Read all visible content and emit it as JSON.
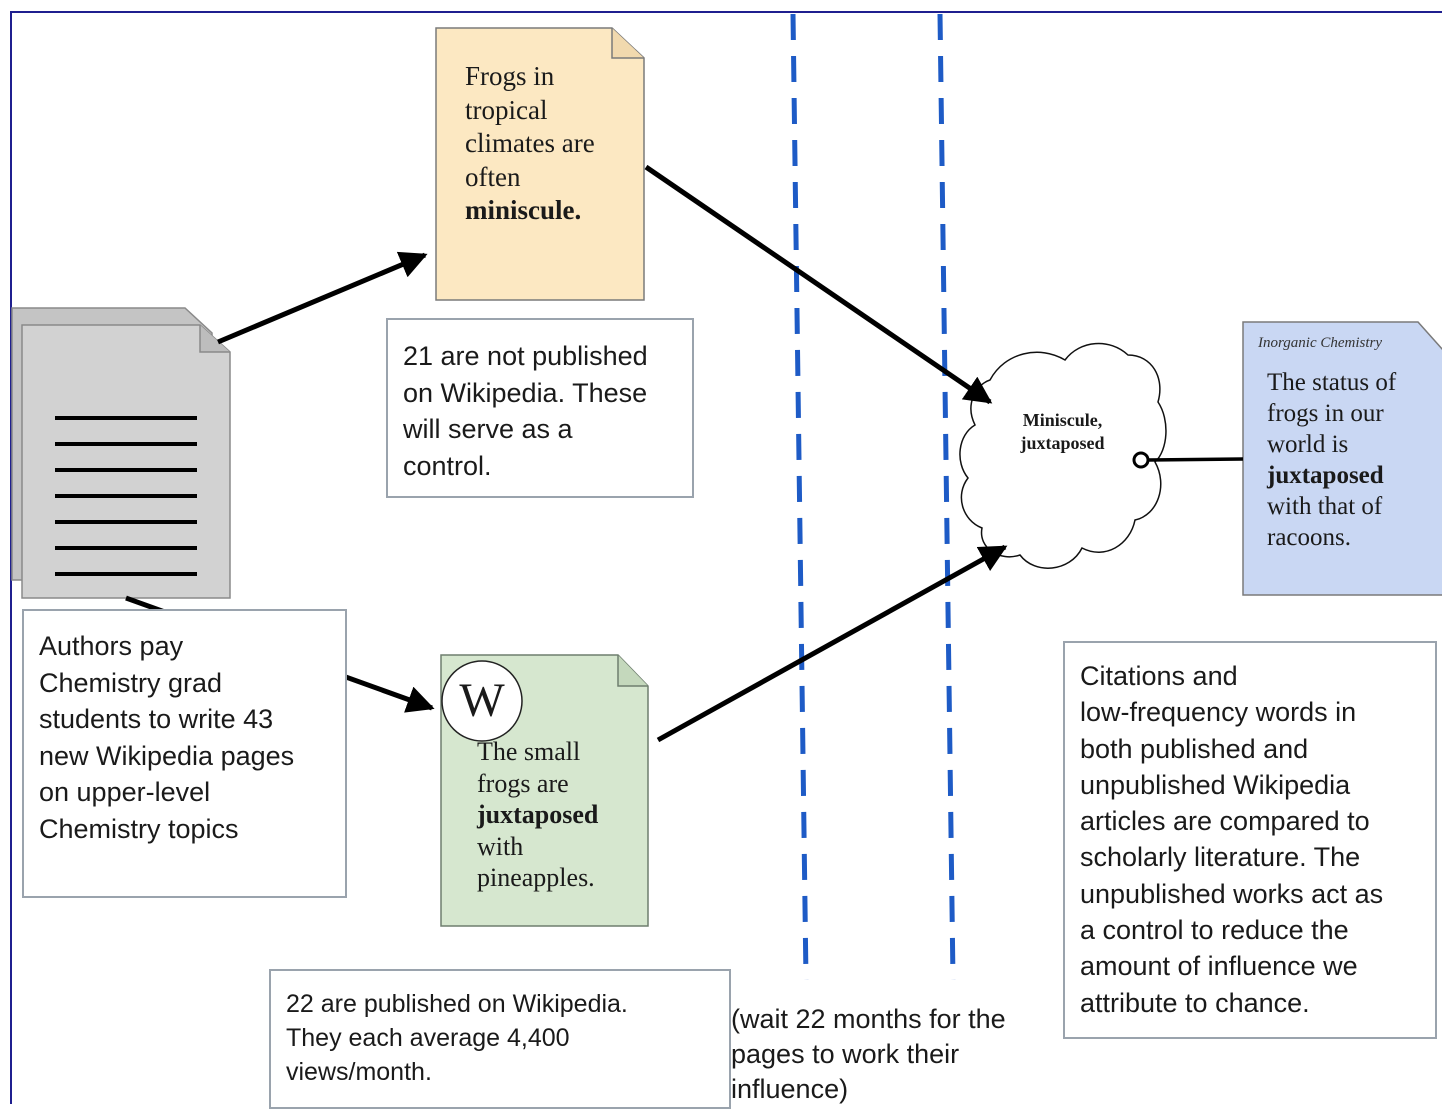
{
  "colors": {
    "frame_border": "#1f1f8f",
    "dashed_line": "#1e5bc6",
    "note_yellow": "#fce8c2",
    "note_green": "#d6e7cf",
    "note_blue": "#c9d7f3",
    "stack_gray": "#cfcfcf",
    "box_border": "#9aa3ad"
  },
  "stack": {
    "icon": "document-stack-icon"
  },
  "yellow_note": {
    "line1": "Frogs in",
    "line2": "tropical",
    "line3": "climates are",
    "line4": "often",
    "bold": "miniscule."
  },
  "green_note": {
    "logo": "W",
    "line1": "The small",
    "line2": "frogs are",
    "bold": "juxtaposed",
    "line3": "with",
    "line4": "pineapples."
  },
  "blue_note": {
    "header": "Inorganic Chemistry",
    "line1": "The status of",
    "line2": "frogs in our",
    "line3": "world is",
    "bold": "juxtaposed",
    "line4": "with that of",
    "line5": "racoons."
  },
  "cloud": {
    "line1": "Miniscule,",
    "line2": "juxtaposed"
  },
  "control_box": {
    "lines": [
      "21 are not published",
      "on Wikipedia. These",
      "will serve as a",
      "control."
    ]
  },
  "authors_box": {
    "lines": [
      "Authors pay",
      "Chemistry grad",
      "students to write 43",
      "new Wikipedia pages",
      "on upper-level",
      "Chemistry topics"
    ]
  },
  "published_box": {
    "lines": [
      "22 are published on Wikipedia.",
      "They each average 4,400",
      "views/month."
    ]
  },
  "wait_text": {
    "lines": [
      "(wait 22 months for the",
      "pages to work their",
      "influence)"
    ]
  },
  "citations_box": {
    "lines": [
      "Citations and",
      "low-frequency words in",
      "both published and",
      "unpublished Wikipedia",
      "articles are compared to",
      "scholarly literature. The",
      "unpublished works act as",
      "a control to reduce the",
      "amount of influence we",
      "attribute to chance."
    ]
  }
}
